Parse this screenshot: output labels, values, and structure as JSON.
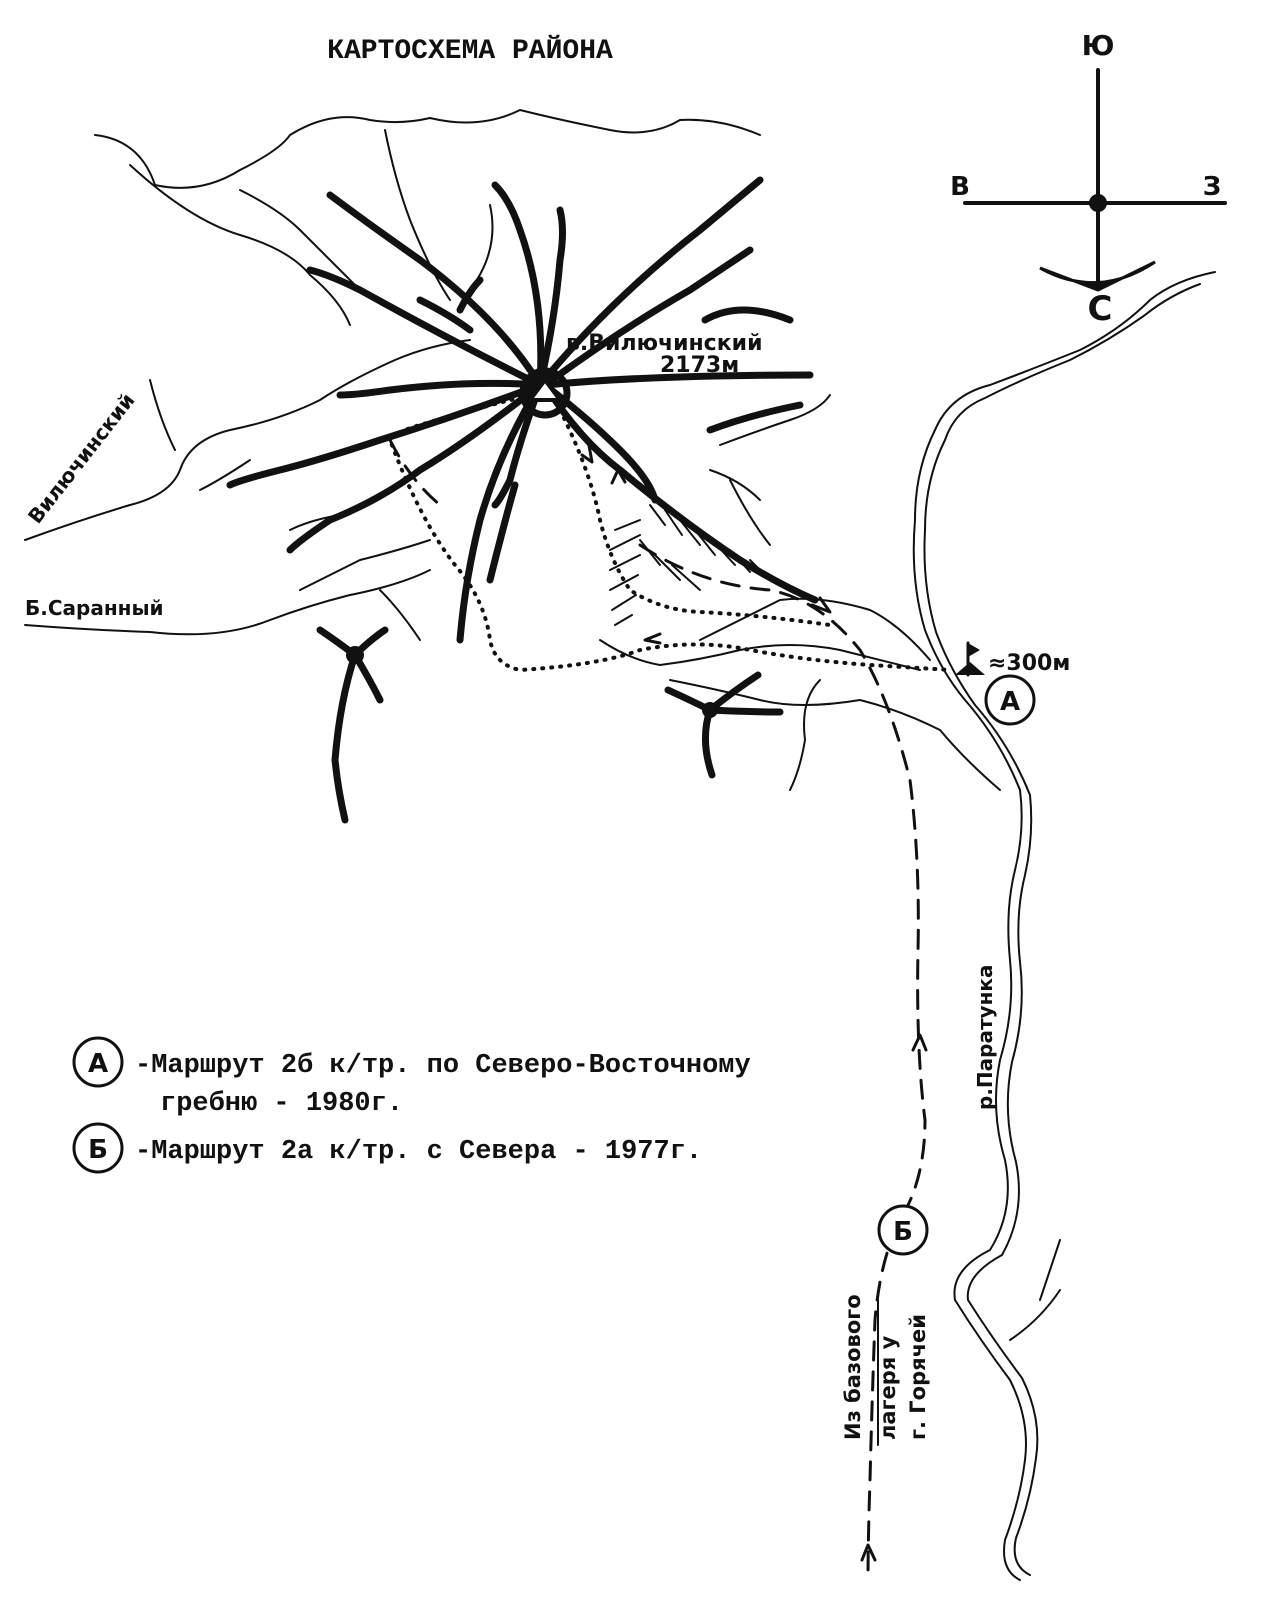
{
  "map": {
    "title": "КАРТОСХЕМА РАЙОНА",
    "compass": {
      "north": "Ю",
      "south": "С",
      "east": "В",
      "west": "З"
    },
    "peak": {
      "name": "в.Вилючинский",
      "elevation": "2173м"
    },
    "point_elevation": "≈300м",
    "rivers": {
      "viluchinsky": "Вилючинский",
      "saranny": "Б.Саранный",
      "paratunka": "р.Паратунка"
    },
    "route_markers": {
      "a": "А",
      "b": "Б"
    },
    "base_note": {
      "line1": "Из базового",
      "line2": "лагеря у",
      "line3": "г. Горячей"
    }
  },
  "legend": {
    "items": [
      {
        "marker": "А",
        "line1": "-Маршрут 2б к/тр.  по Северо-Восточному",
        "line2": "гребню - 1980г."
      },
      {
        "marker": "Б",
        "line1": "-Маршрут 2а к/тр. с Севера - 1977г.",
        "line2": ""
      }
    ]
  }
}
